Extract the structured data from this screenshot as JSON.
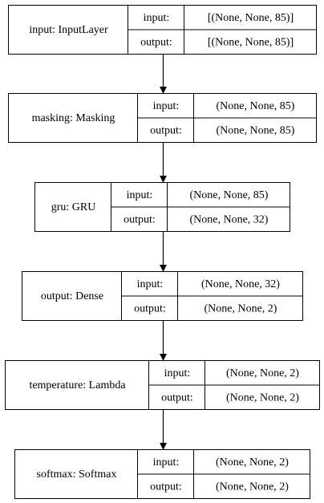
{
  "model_graph": {
    "nodes": [
      {
        "label": "input: InputLayer",
        "io": [
          {
            "key": "input:",
            "value": "[(None, None, 85)]"
          },
          {
            "key": "output:",
            "value": "[(None, None, 85)]"
          }
        ]
      },
      {
        "label": "masking: Masking",
        "io": [
          {
            "key": "input:",
            "value": "(None, None, 85)"
          },
          {
            "key": "output:",
            "value": "(None, None, 85)"
          }
        ]
      },
      {
        "label": "gru: GRU",
        "io": [
          {
            "key": "input:",
            "value": "(None, None, 85)"
          },
          {
            "key": "output:",
            "value": "(None, None, 32)"
          }
        ]
      },
      {
        "label": "output: Dense",
        "io": [
          {
            "key": "input:",
            "value": "(None, None, 32)"
          },
          {
            "key": "output:",
            "value": "(None, None, 2)"
          }
        ]
      },
      {
        "label": "temperature: Lambda",
        "io": [
          {
            "key": "input:",
            "value": "(None, None, 2)"
          },
          {
            "key": "output:",
            "value": "(None, None, 2)"
          }
        ]
      },
      {
        "label": "softmax: Softmax",
        "io": [
          {
            "key": "input:",
            "value": "(None, None, 2)"
          },
          {
            "key": "output:",
            "value": "(None, None, 2)"
          }
        ]
      }
    ],
    "edges": [
      {
        "from": 0,
        "to": 1
      },
      {
        "from": 1,
        "to": 2
      },
      {
        "from": 2,
        "to": 3
      },
      {
        "from": 3,
        "to": 4
      },
      {
        "from": 4,
        "to": 5
      }
    ],
    "colors": {
      "stroke": "#000000",
      "text": "#000000",
      "background": "#ffffff"
    }
  }
}
